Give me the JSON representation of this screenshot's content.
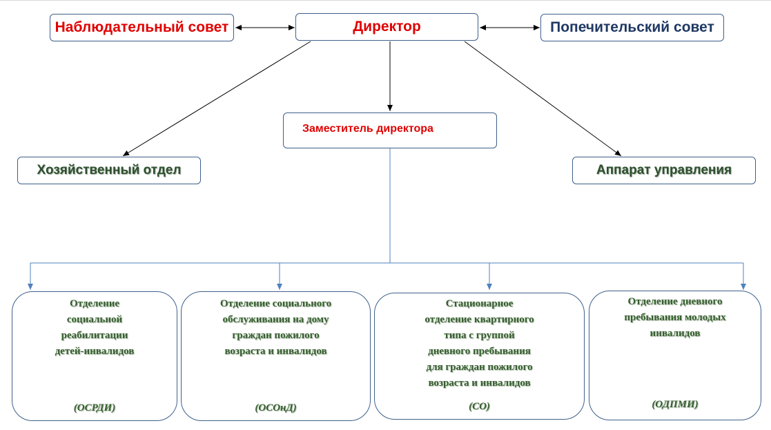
{
  "colors": {
    "red": "#e00000",
    "navy": "#1f3864",
    "green": "#355e2e",
    "border": "#3d5f8a",
    "connector": "#4f81bd"
  },
  "top": {
    "supervisory_board": "Наблюдательный совет",
    "director": "Директор",
    "trustee_board": "Попечительский совет"
  },
  "deputy": "Заместитель директора",
  "household": "Хозяйственный отдел",
  "admin": "Аппарат управления",
  "departments": [
    {
      "name": "Отделение\nсоциальной\nреабилитации\nдетей-инвалидов",
      "abbr": "(ОСРДИ)"
    },
    {
      "name": "Отделение социального\nобслуживания на дому\nграждан пожилого\nвозраста и инвалидов",
      "abbr": "(ОСОнД)"
    },
    {
      "name": "Стационарное\nотделение квартирного\nтипа с группой\nдневного пребывания\nдля граждан пожилого\nвозраста и инвалидов",
      "abbr": "(СО)"
    },
    {
      "name": "Отделение дневного\nпребывания молодых\nинвалидов",
      "abbr": "(ОДПМИ)"
    }
  ]
}
